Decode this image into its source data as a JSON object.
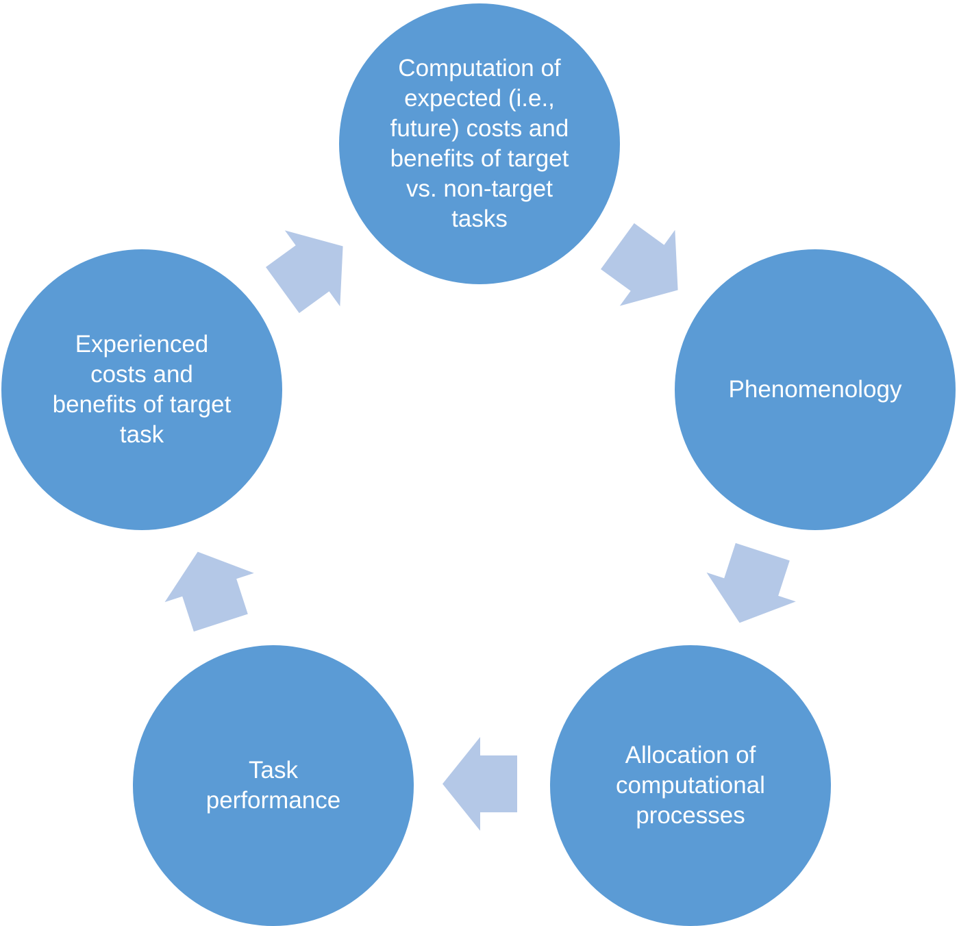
{
  "diagram": {
    "type": "cycle",
    "direction": "clockwise",
    "nodes": [
      {
        "id": "computation",
        "position": "top",
        "label": "Computation of\nexpected (i.e.,\nfuture) costs and\nbenefits of target\nvs. non-target\ntasks"
      },
      {
        "id": "phenomenology",
        "position": "right",
        "label": "Phenomenology"
      },
      {
        "id": "allocation",
        "position": "bottom-right",
        "label": "Allocation of\ncomputational\nprocesses"
      },
      {
        "id": "task-performance",
        "position": "bottom-left",
        "label": "Task\nperformance"
      },
      {
        "id": "experienced",
        "position": "left",
        "label": "Experienced\ncosts and\nbenefits of target\ntask"
      }
    ],
    "edges": [
      {
        "from": "computation",
        "to": "phenomenology"
      },
      {
        "from": "phenomenology",
        "to": "allocation"
      },
      {
        "from": "allocation",
        "to": "task-performance"
      },
      {
        "from": "task-performance",
        "to": "experienced"
      },
      {
        "from": "experienced",
        "to": "computation"
      }
    ],
    "colors": {
      "node_fill": "#5B9BD5",
      "node_text": "#FFFFFF",
      "arrow_fill": "#B4C8E7",
      "background": "#FFFFFF"
    }
  }
}
